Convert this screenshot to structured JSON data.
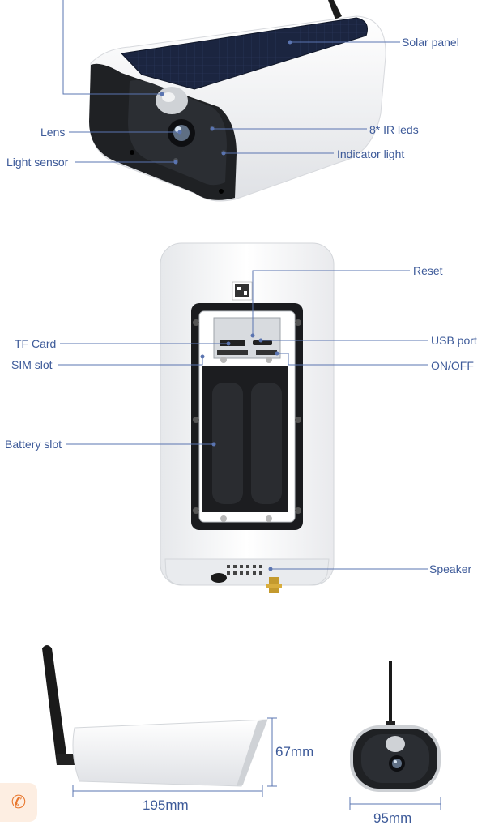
{
  "colors": {
    "label": "#3d5a99",
    "leader": "#5a74b0",
    "body": "#f2f3f5",
    "dark": "#1f2124",
    "solar": "#1b2540",
    "accent": "#e8772e"
  },
  "front_view": {
    "labels": {
      "solar_panel": "Solar panel",
      "lens": "Lens",
      "ir_leds": "8* IR leds",
      "light_sensor": "Light sensor",
      "indicator_light": "Indicator light"
    }
  },
  "back_view": {
    "labels": {
      "reset": "Reset",
      "tf_card": "TF Card",
      "usb_port": "USB port",
      "sim_slot": "SIM slot",
      "on_off": "ON/OFF",
      "battery_slot": "Battery slot",
      "speaker": "Speaker"
    }
  },
  "dimensions": {
    "height": "67mm",
    "length": "195mm",
    "width": "95mm"
  },
  "floating_button": {
    "icon": "phone-call-icon"
  }
}
